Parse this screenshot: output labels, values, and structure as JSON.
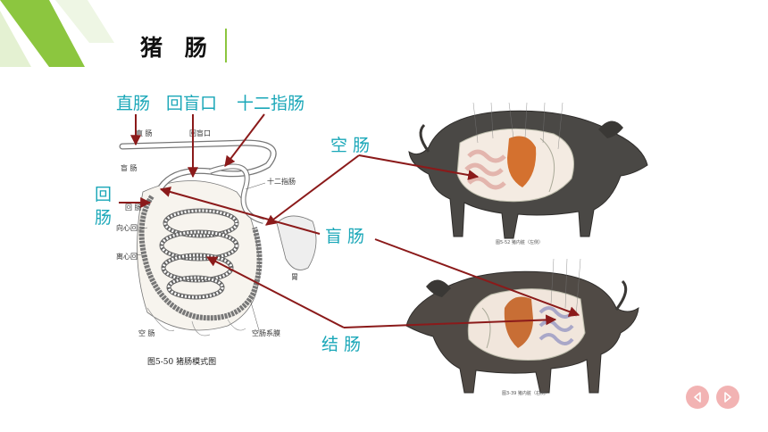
{
  "title": "猪 肠",
  "labels": {
    "rectum": "直肠",
    "ileocecal": "回盲口",
    "duodenum": "十二指肠",
    "ileum_line1": "回",
    "ileum_line2": "肠",
    "jejunum": "空 肠",
    "cecum": "盲 肠",
    "colon": "结 肠"
  },
  "diagram_labels": {
    "rectum": "直 肠",
    "ileocecal": "回盲口",
    "cecum": "盲 肠",
    "ileum": "回 肠",
    "centripetal": "向心回",
    "centrifugal": "离心回",
    "duodenum": "十二指肠",
    "stomach": "胃",
    "jejunum": "空 肠",
    "mesentery": "空肠系膜",
    "caption": "图5-50  猪肠模式图"
  },
  "pig_captions": {
    "top": "图5-52    猪内脏（左侧）",
    "bottom": "图3-39    猪内脏（右侧）"
  },
  "colors": {
    "label": "#1aa7b8",
    "arrow": "#8b1a1a",
    "accent": "#8cc63f",
    "nav_bg": "#f2b3b3"
  },
  "nav": {
    "prev_icon": "triangle-left-icon",
    "next_icon": "triangle-right-icon"
  }
}
